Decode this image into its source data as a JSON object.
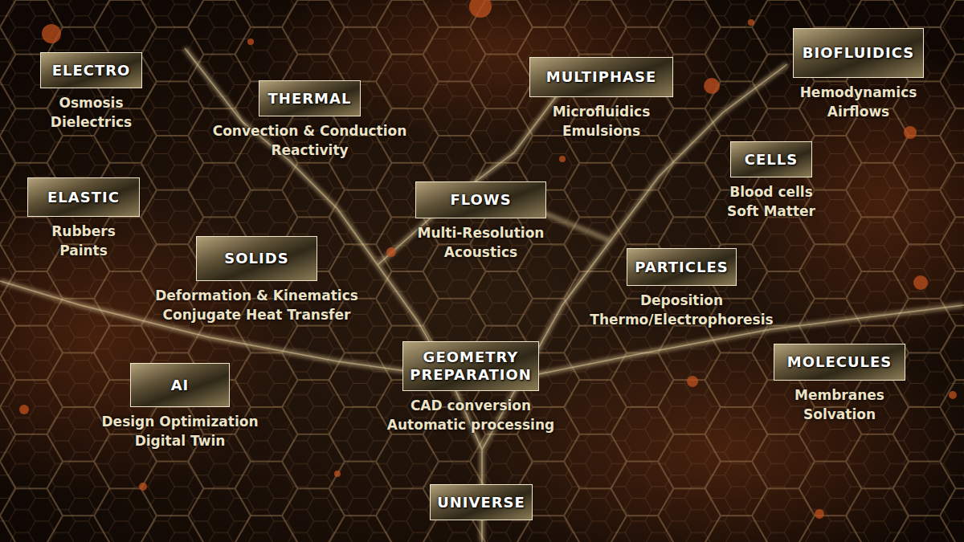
{
  "diagram": {
    "nodes": [
      {
        "text": [
          "ELECTRO",
          "Osmosis",
          "Dielectrics"
        ]
      },
      {
        "text": [
          "THERMAL",
          "Convection & Conduction",
          "Reactivity"
        ]
      },
      {
        "text": [
          "MULTIPHASE",
          "Microfluidics",
          "Emulsions"
        ]
      },
      {
        "text": [
          "BIOFLUIDICS",
          "Hemodynamics",
          "Airflows"
        ]
      },
      {
        "text": [
          "CELLS",
          "Blood cells",
          "Soft Matter"
        ]
      },
      {
        "text": [
          "ELASTIC",
          "Rubbers",
          "Paints"
        ]
      },
      {
        "text": [
          "FLOWS",
          "Multi-Resolution",
          "Acoustics"
        ]
      },
      {
        "text": [
          "SOLIDS",
          "Deformation & Kinematics",
          "Conjugate Heat Transfer"
        ]
      },
      {
        "text": [
          "PARTICLES",
          "Deposition",
          "Thermo/Electrophoresis"
        ]
      },
      {
        "text": [
          "AI",
          "Design Optimization",
          "Digital Twin"
        ]
      },
      {
        "text": [
          "GEOMETRY PREPARATION",
          "CAD conversion",
          "Automatic processing"
        ]
      },
      {
        "text": [
          "MOLECULES",
          "Membranes",
          "Solvation"
        ]
      },
      {
        "text": [
          "UNIVERSE"
        ]
      }
    ]
  }
}
